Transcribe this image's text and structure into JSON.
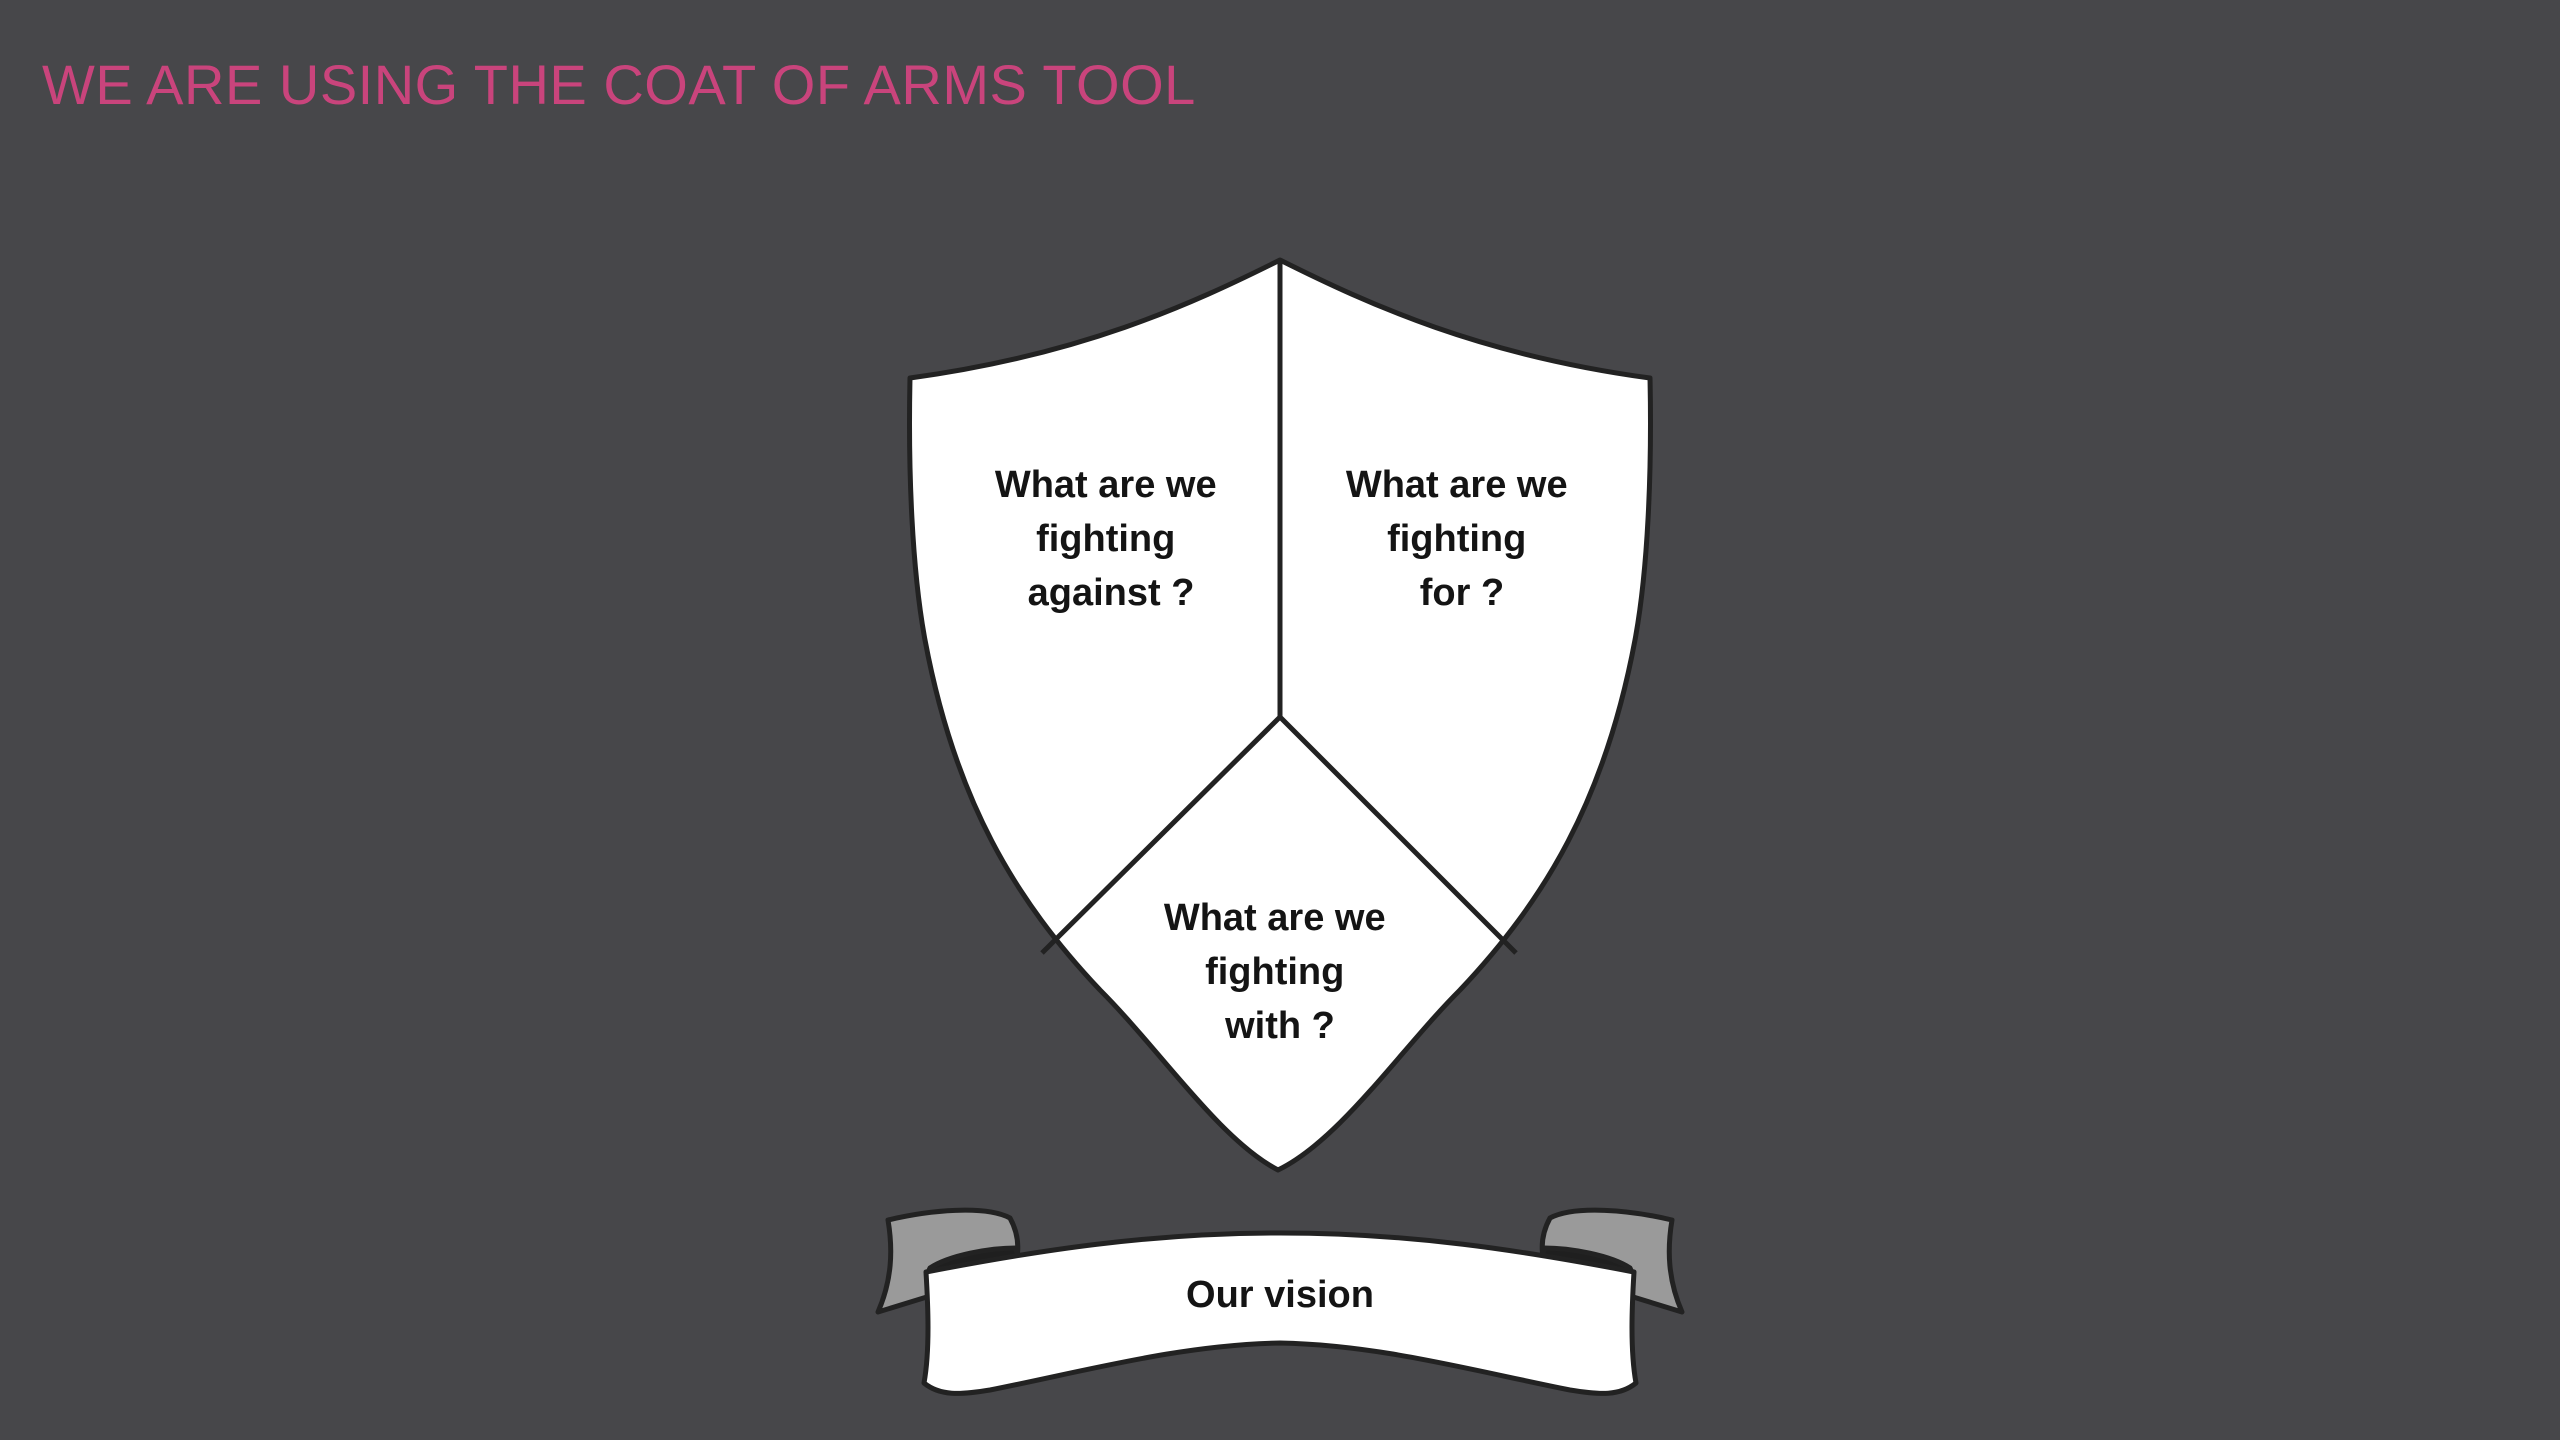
{
  "slide": {
    "title": "WE ARE USING THE COAT OF ARMS TOOL",
    "colors": {
      "background": "#47474a",
      "title": "#c9447c",
      "shield_fill": "#ffffff",
      "outline": "#222222",
      "banner_fold_dark": "#1f1f1f",
      "banner_tail": "#9a9a9a"
    }
  },
  "coat_of_arms": {
    "sections": {
      "left": [
        "What are we",
        "fighting",
        "against ?"
      ],
      "right": [
        "What are we",
        "fighting",
        "for ?"
      ],
      "bottom": [
        "What are we",
        "fighting",
        "with ?"
      ]
    },
    "banner": {
      "label": "Our vision"
    }
  }
}
